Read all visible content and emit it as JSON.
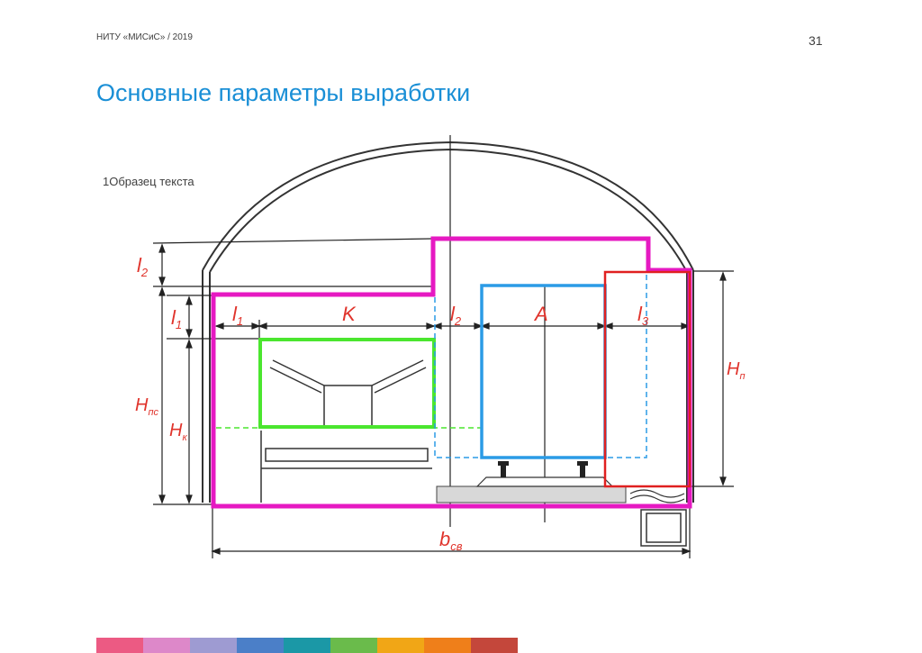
{
  "header": {
    "org": "НИТУ «МИСиС» / 2019",
    "page_number": "31"
  },
  "title": "Основные параметры выработки",
  "body_text": "1Образец текста",
  "diagram": {
    "labels": {
      "l2_left": "l",
      "l2_left_sub": "2",
      "l1_left": "l",
      "l1_left_sub": "1",
      "l1_top": "l",
      "l1_top_sub": "1",
      "k": "K",
      "l2_mid": "l",
      "l2_mid_sub": "2",
      "a": "A",
      "l3": "l",
      "l3_sub": "3",
      "hps": "H",
      "hps_sub": "пс",
      "hk": "H",
      "hk_sub": "к",
      "hp": "H",
      "hp_sub": "п",
      "bsv": "b",
      "bsv_sub": "св"
    }
  },
  "footer": {
    "colors": [
      "#ec5a83",
      "#dd88c9",
      "#9e9bd2",
      "#4b7fc8",
      "#1b98a6",
      "#6abb4b",
      "#f1a616",
      "#ef7f1a",
      "#c4473b"
    ]
  },
  "colors": {
    "title": "#1a8fd6",
    "label": "#e0342c",
    "magenta": "#e619c2",
    "green": "#4be62f",
    "blue": "#2b9be6",
    "red": "#e02020"
  }
}
